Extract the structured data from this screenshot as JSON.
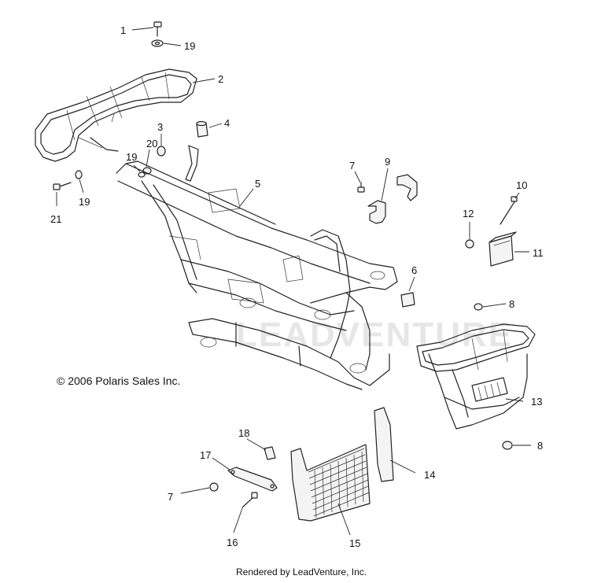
{
  "callouts": [
    "1",
    "19",
    "2",
    "3",
    "4",
    "20",
    "19",
    "21",
    "19",
    "5",
    "7",
    "9",
    "10",
    "12",
    "11",
    "6",
    "8",
    "13",
    "8",
    "18",
    "17",
    "7",
    "16",
    "15",
    "14"
  ],
  "copyright": "© 2006 Polaris Sales Inc.",
  "credit": "Rendered by LeadVenture, Inc.",
  "watermark": "LEADVENTURE",
  "colors": {
    "line": "#222222",
    "background": "#ffffff",
    "watermark": "#e6e6e6"
  }
}
